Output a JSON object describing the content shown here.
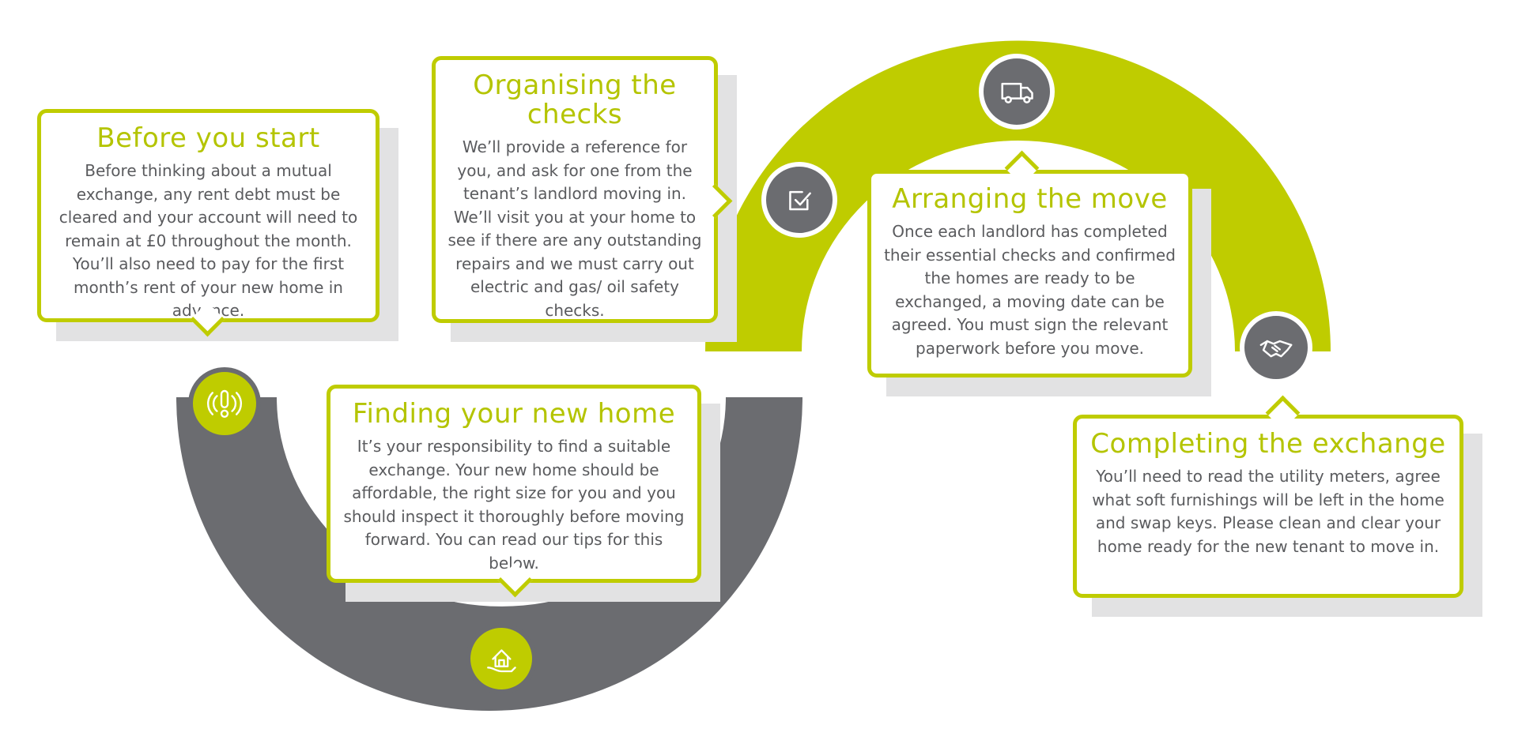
{
  "colors": {
    "accent": "#bfcc00",
    "heading": "#b4c400",
    "gray_band": "#6b6c70",
    "body_text": "#5a5b5e",
    "shadow": "#e2e2e3"
  },
  "steps": [
    {
      "title": "Before you start",
      "body": "Before thinking about a mutual exchange, any rent debt must be cleared and your account will need to remain at £0 throughout the month. You’ll also need to pay for the first month’s rent of your new home in advance.",
      "icon": "alert-signal-icon"
    },
    {
      "title": "Finding your new home",
      "body": "It’s your responsibility to find a suitable exchange. Your new home should be affordable, the right size for you and you should inspect it thoroughly before moving forward. You can read our tips for this below.",
      "icon": "house-in-hand-icon"
    },
    {
      "title": "Organising the checks",
      "body": "We’ll provide a reference for you, and ask for one from the tenant’s landlord moving in. We’ll visit you at your home to see if there are any outstanding repairs and we must carry out electric and gas/ oil safety checks.",
      "icon": "checkbox-icon"
    },
    {
      "title": "Arranging the move",
      "body": "Once each landlord has completed their essential checks and confirmed the homes are ready to be exchanged, a moving date can be agreed. You must sign the relevant paperwork before you move.",
      "icon": "removal-van-icon"
    },
    {
      "title": "Completing the exchange",
      "body": "You’ll need to read the utility meters, agree what soft furnishings will be left in the home and swap keys. Please clean and clear your home ready for the new tenant to move in.",
      "icon": "handshake-icon"
    }
  ]
}
